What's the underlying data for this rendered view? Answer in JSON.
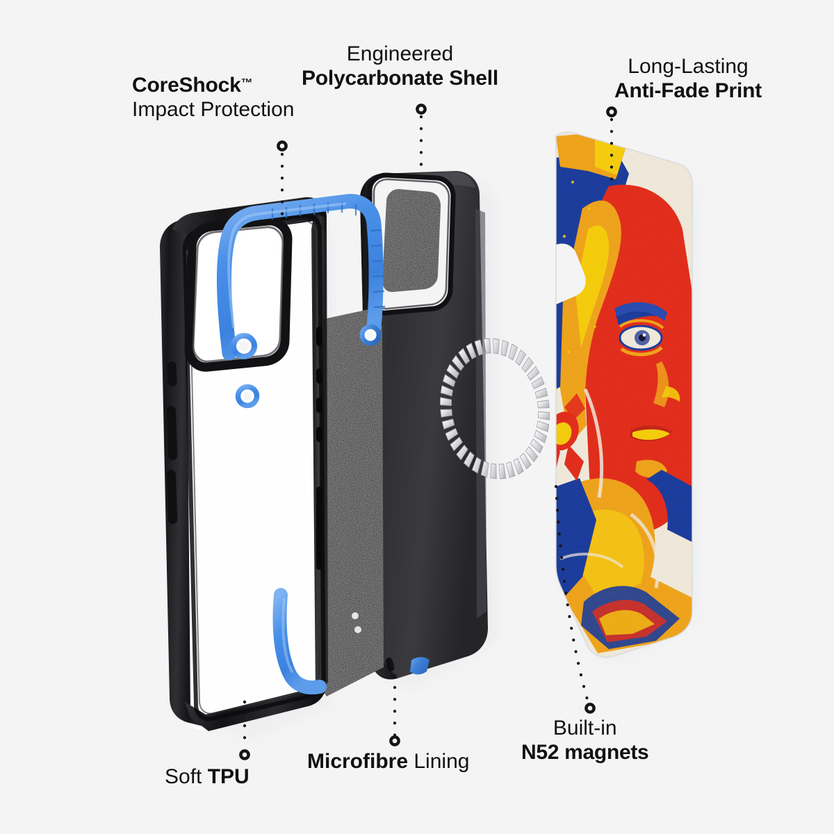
{
  "page": {
    "title": "Phone Case Exploded View Infographic",
    "background_color": "#f4f4f5",
    "text_color": "#111113"
  },
  "palette": {
    "accent_blue": "#3F8AE0",
    "blue_light": "#62A4EE",
    "blue_dark": "#2E6FBF",
    "case_black": "#1b1b1d",
    "shell_black": "#2b2b2d",
    "microfibre_black": "#232325",
    "magnet_silver": "#e8e9ea",
    "art_red": "#E8301E",
    "art_blue": "#1E3FA0",
    "art_orange": "#F5A81C",
    "art_yellow": "#FBD211",
    "art_cream": "#F6EFE0"
  },
  "callouts": [
    {
      "id": "coreshock",
      "line1": "CoreShock",
      "trademark": "™",
      "line2": "Impact Protection",
      "line1_weight": "bold",
      "line2_weight": "light",
      "anchor": "blue-tpu-bumper"
    },
    {
      "id": "polycarbonate",
      "line1": "Engineered",
      "line2": "Polycarbonate Shell",
      "line1_weight": "light",
      "line2_weight": "bold",
      "anchor": "black-polycarbonate-shell"
    },
    {
      "id": "antifade",
      "line1": "Long-Lasting",
      "line2": "Anti-Fade Print",
      "line1_weight": "light",
      "line2_weight": "bold",
      "anchor": "printed-artwork-layer"
    },
    {
      "id": "tpu",
      "text_light": "Soft ",
      "text_bold": "TPU",
      "anchor": "tpu-bumper-frame"
    },
    {
      "id": "microfibre",
      "text_bold": "Microfibre",
      "text_light": " Lining",
      "anchor": "microfibre-lining"
    },
    {
      "id": "n52",
      "line1": "Built-in",
      "line2": "N52 magnets",
      "line1_weight": "light",
      "line2_weight": "bold",
      "anchor": "magsafe-magnet-ring"
    }
  ],
  "layers": [
    {
      "id": "tpu-bumper",
      "label": "Transparent TPU bumper case with blue shock corners"
    },
    {
      "id": "polycarbonate-shell",
      "label": "Black polycarbonate shell with microfibre lining"
    },
    {
      "id": "artwork",
      "label": "Printed anti-fade artwork back panel"
    }
  ],
  "artwork": {
    "subject": "Stylized pop-art portrait of a woman in profile",
    "colors": [
      "#E8301E",
      "#1E3FA0",
      "#F5A81C",
      "#FBD211",
      "#F6EFE0"
    ]
  },
  "magnet_ring": {
    "segment_count": 36,
    "color": "#e8e9ea",
    "label": "MagSafe N52 magnet array"
  }
}
